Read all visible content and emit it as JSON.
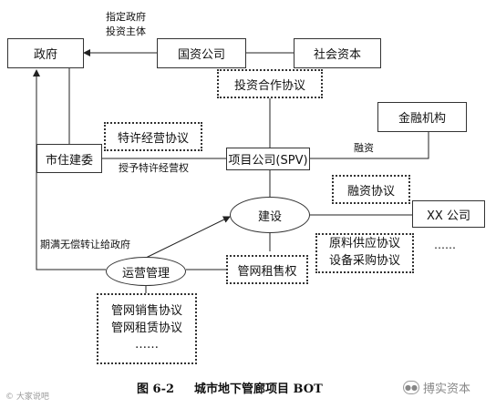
{
  "nodes": {
    "government": "政府",
    "state_company": "国资公司",
    "social_capital": "社会资本",
    "investment_agreement": "投资合作协议",
    "financial_institution": "金融机构",
    "franchise_agreement": "特许经营协议",
    "housing_commission": "市住建委",
    "project_company": "项目公司(SPV)",
    "financing_agreement": "融资协议",
    "construction": "建设",
    "xx_company": "XX 公司",
    "supply_agreements": [
      "原料供应协议",
      "设备采购协议"
    ],
    "operation": "运营管理",
    "lease_right": "管网租售权",
    "sales_agreements": [
      "管网销售协议",
      "管网租赁协议",
      "……"
    ]
  },
  "labels": {
    "designate_investor_line1": "指定政府",
    "designate_investor_line2": "投资主体",
    "financing": "融资",
    "grant_franchise": "授予特许经营权",
    "transfer_on_expiry": "期满无偿转让给政府",
    "ellipsis_right": "……"
  },
  "caption": {
    "figure_no": "图 6-2",
    "title": "城市地下管廊项目 BOT"
  },
  "watermarks": {
    "left": "© 大家说吧",
    "right": "搏实资本"
  }
}
